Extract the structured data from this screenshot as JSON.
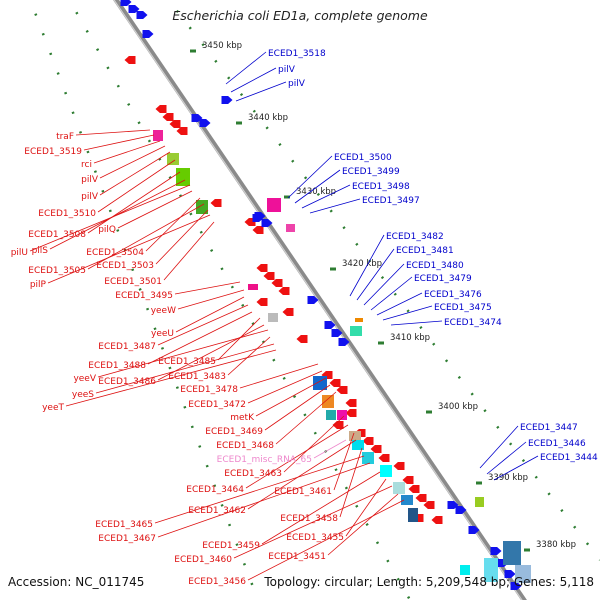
{
  "title": "Escherichia coli ED1a, complete genome",
  "footer": {
    "accession": "Accession: NC_011745",
    "stats": "Topology: circular; Length: 5,209,548 bp; Genes: 5,118"
  },
  "colors": {
    "backbone": "#8a8a8a",
    "tick": "#2e7d32",
    "forward_label": "#0000cc",
    "reverse_label": "#dd1111",
    "misc_label": "#ee88cc",
    "ruler_text": "#222222"
  },
  "ruler": [
    "3450 kbp",
    "3440 kbp",
    "3430 kbp",
    "3420 kbp",
    "3410 kbp",
    "3400 kbp",
    "3390 kbp",
    "3380 kbp"
  ],
  "labels_forward": [
    "ECED1_3518",
    "pilV",
    "pilV",
    "ECED1_3500",
    "ECED1_3499",
    "ECED1_3498",
    "ECED1_3497",
    "ECED1_3482",
    "ECED1_3481",
    "ECED1_3480",
    "ECED1_3479",
    "ECED1_3476",
    "ECED1_3475",
    "ECED1_3474",
    "ECED1_3447",
    "ECED1_3446",
    "ECED1_3444"
  ],
  "labels_reverse": [
    "traF",
    "ECED1_3519",
    "rci",
    "pilV",
    "pilV",
    "ECED1_3510",
    "ECED1_3508",
    "pilS",
    "pilU",
    "pilQ",
    "ECED1_3504",
    "ECED1_3505",
    "ECED1_3503",
    "pilP",
    "ECED1_3501",
    "ECED1_3495",
    "yeeW",
    "yeeU",
    "ECED1_3487",
    "ECED1_3488",
    "ECED1_3485",
    "ECED1_3486",
    "yeeV",
    "ECED1_3483",
    "yeeS",
    "yeeT",
    "ECED1_3478",
    "ECED1_3472",
    "metK",
    "ECED1_3469",
    "ECED1_3468",
    "ECED1_3463",
    "ECED1_3464",
    "ECED1_3461",
    "ECED1_3462",
    "ECED1_3458",
    "ECED1_3465",
    "ECED1_3467",
    "ECED1_3459",
    "ECED1_3455",
    "ECED1_3460",
    "ECED1_3451",
    "ECED1_3456"
  ],
  "labels_misc": [
    "ECED1_misc_RNA_65"
  ]
}
